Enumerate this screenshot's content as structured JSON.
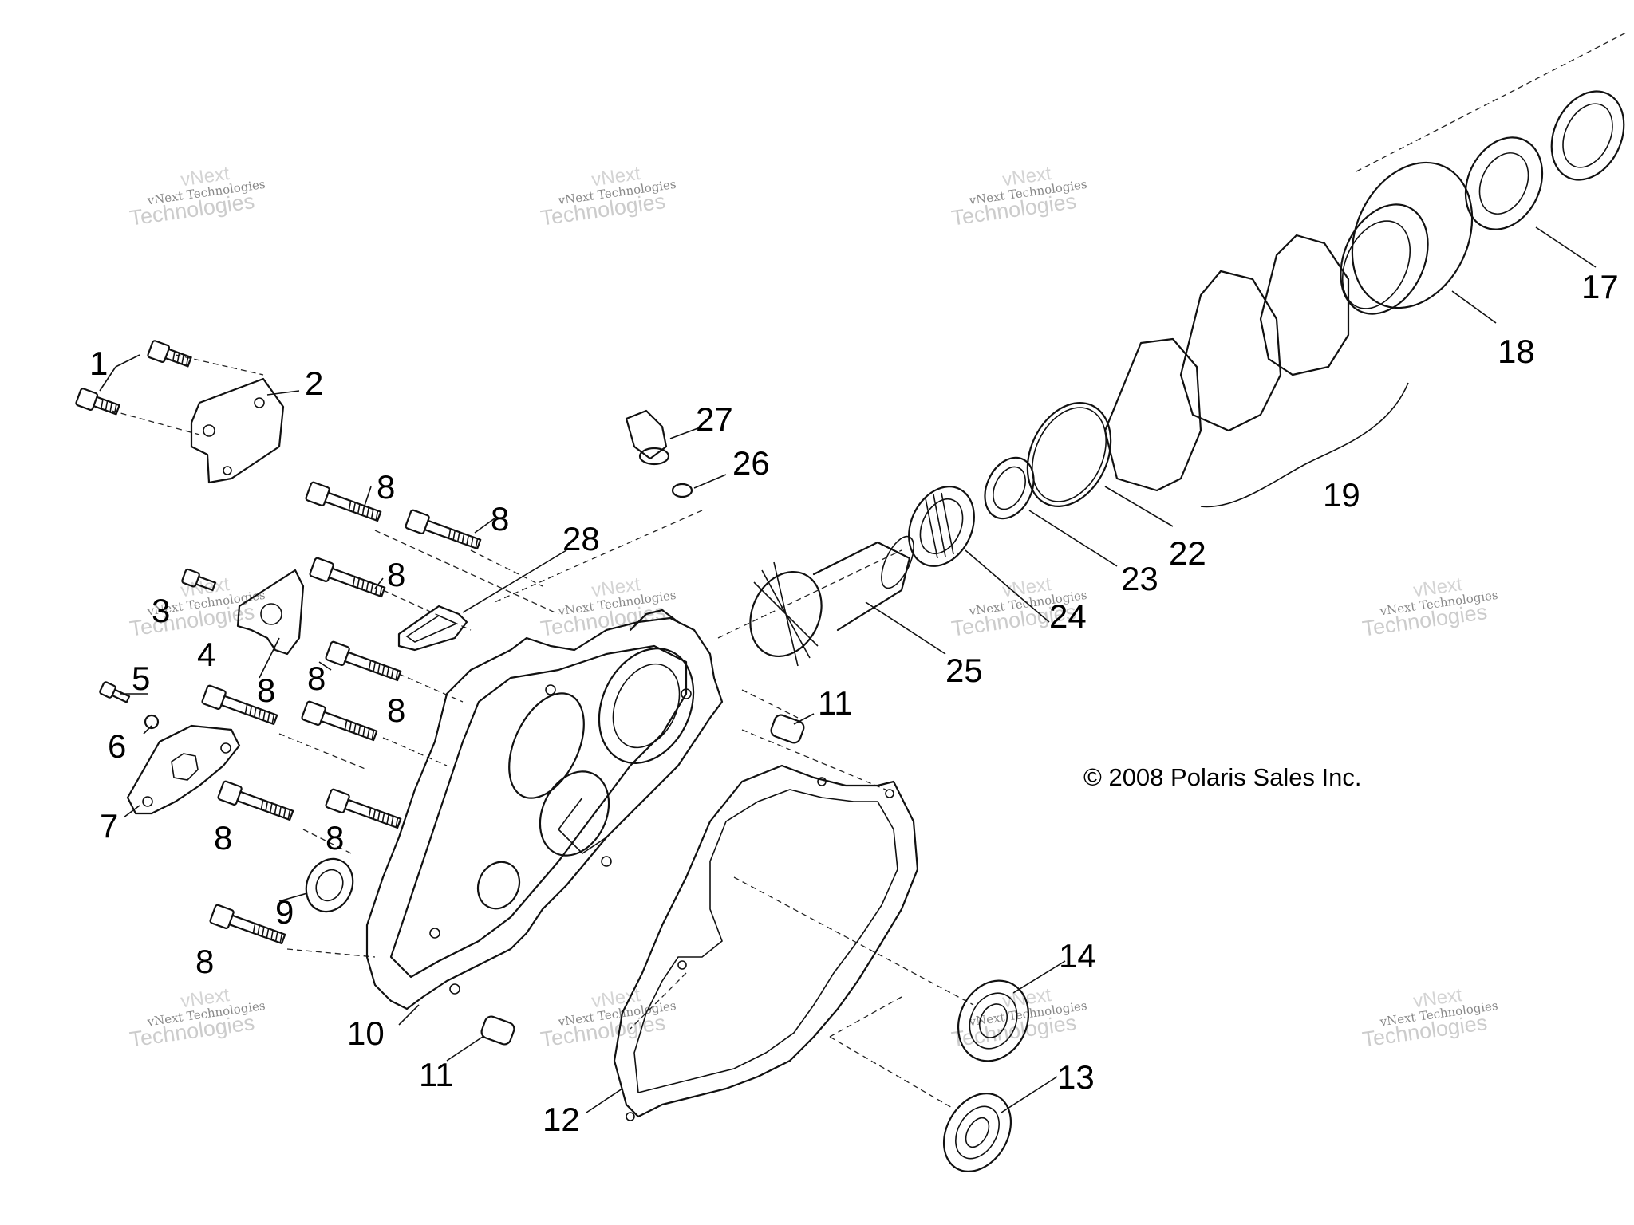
{
  "copyright": "© 2008 Polaris Sales Inc.",
  "watermark": {
    "line_small": "vNext Technologies",
    "line_large": "Technologies",
    "line_top": "vNext"
  },
  "callouts": [
    {
      "id": "1",
      "text": "1"
    },
    {
      "id": "2",
      "text": "2"
    },
    {
      "id": "3",
      "text": "3"
    },
    {
      "id": "4",
      "text": "4"
    },
    {
      "id": "5",
      "text": "5"
    },
    {
      "id": "6",
      "text": "6"
    },
    {
      "id": "7",
      "text": "7"
    },
    {
      "id": "8",
      "text": "8"
    },
    {
      "id": "9",
      "text": "9"
    },
    {
      "id": "10",
      "text": "10"
    },
    {
      "id": "11",
      "text": "11"
    },
    {
      "id": "12",
      "text": "12"
    },
    {
      "id": "13",
      "text": "13"
    },
    {
      "id": "14",
      "text": "14"
    },
    {
      "id": "17",
      "text": "17"
    },
    {
      "id": "18",
      "text": "18"
    },
    {
      "id": "19",
      "text": "19"
    },
    {
      "id": "22",
      "text": "22"
    },
    {
      "id": "23",
      "text": "23"
    },
    {
      "id": "24",
      "text": "24"
    },
    {
      "id": "25",
      "text": "25"
    },
    {
      "id": "26",
      "text": "26"
    },
    {
      "id": "27",
      "text": "27"
    },
    {
      "id": "28",
      "text": "28"
    }
  ]
}
